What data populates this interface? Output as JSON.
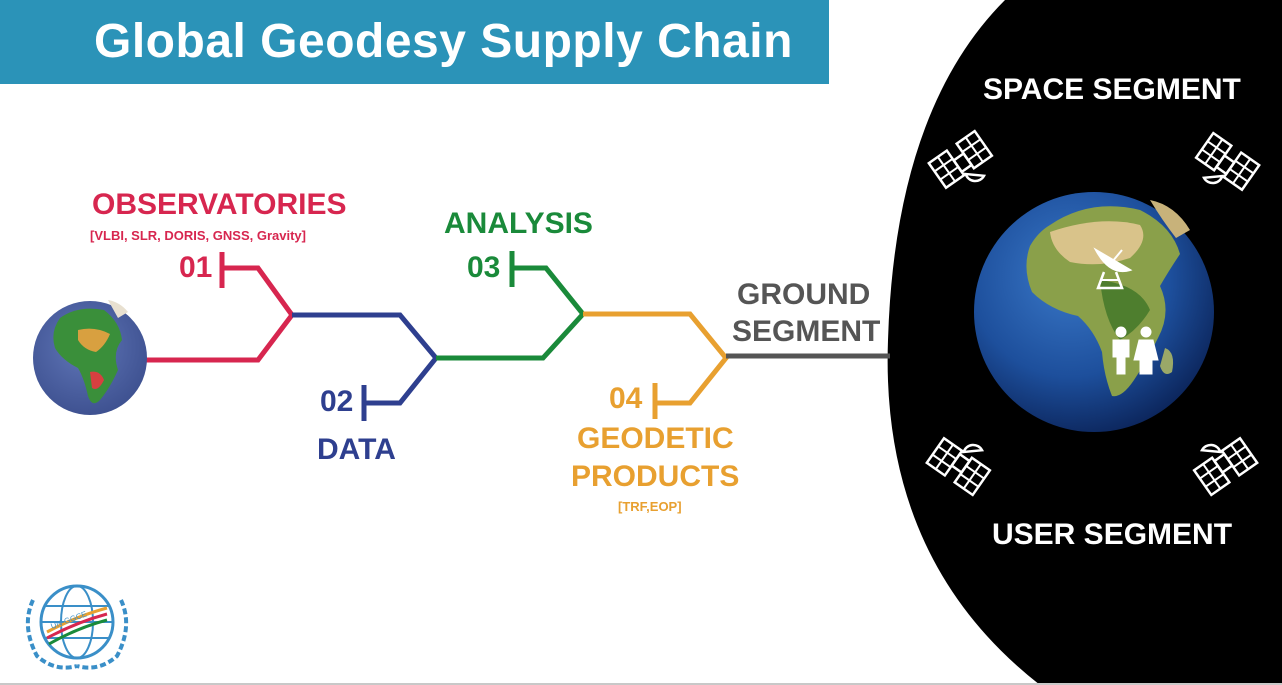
{
  "title": "Global Geodesy Supply Chain",
  "stages": [
    {
      "number": "01",
      "label": "OBSERVATORIES",
      "sublabel": "[VLBI, SLR, DORIS, GNSS, Gravity]",
      "color": "#d7264f"
    },
    {
      "number": "02",
      "label": "DATA",
      "color": "#2e3f8f"
    },
    {
      "number": "03",
      "label": "ANALYSIS",
      "color": "#1a8a3a"
    },
    {
      "number": "04",
      "label_line1": "GEODETIC",
      "label_line2": "PRODUCTS",
      "sublabel": "[TRF,EOP]",
      "color": "#e8a030"
    }
  ],
  "ground_segment": {
    "line1": "GROUND",
    "line2": "SEGMENT",
    "color": "#555555"
  },
  "space_segment": "SPACE SEGMENT",
  "user_segment": "USER SEGMENT",
  "logo": {
    "text": "UN-GGCE",
    "color": "#3a8fc8"
  }
}
